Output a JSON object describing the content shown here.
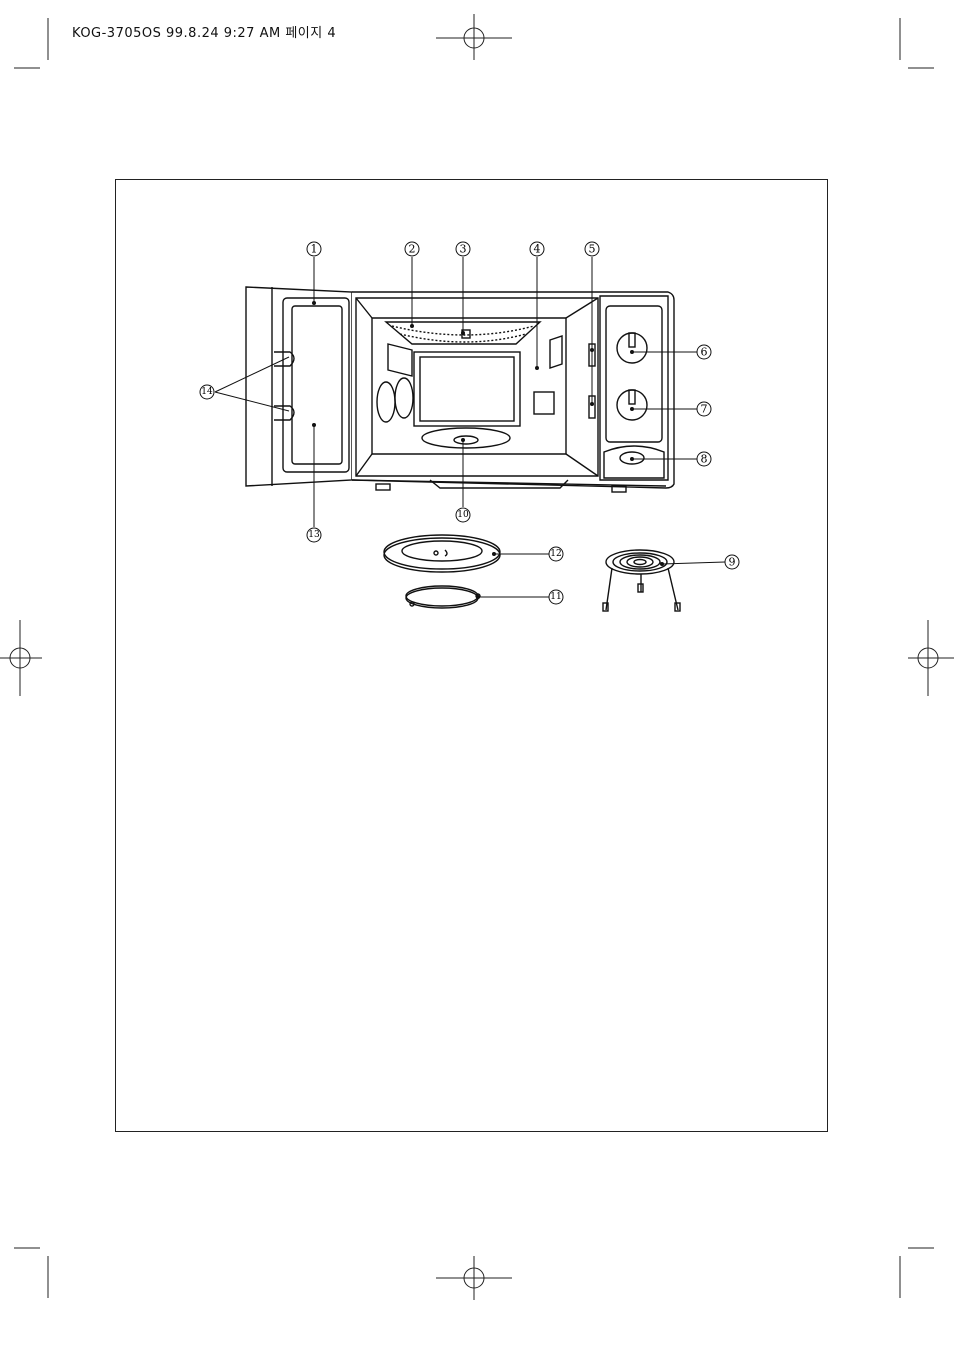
{
  "header": {
    "print_line": "KOG-3705OS 99.8.24 9:27 AM 페이지 4"
  },
  "figure": {
    "callouts": {
      "c1": "1",
      "c2": "2",
      "c3": "3",
      "c4": "4",
      "c5": "5",
      "c6": "6",
      "c7": "7",
      "c8": "8",
      "c9": "9",
      "c10": "10",
      "c11": "11",
      "c12": "12",
      "c13": "13",
      "c14": "14"
    }
  }
}
